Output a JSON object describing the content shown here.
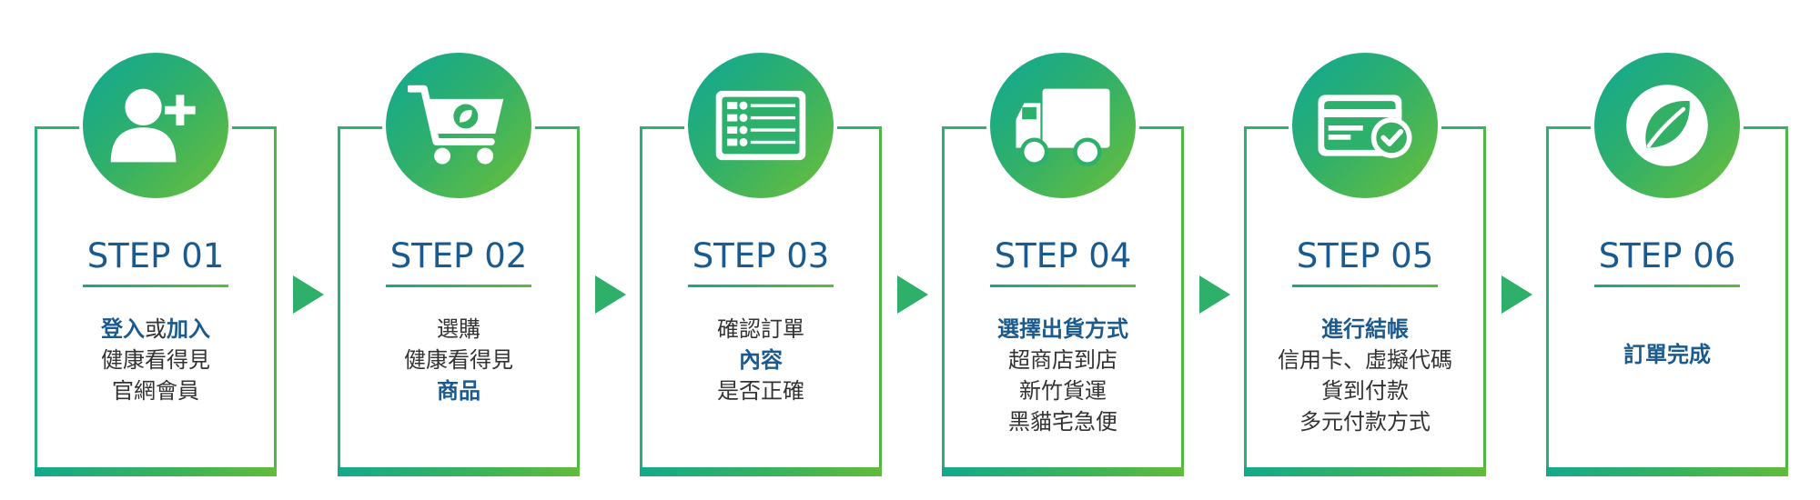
{
  "steps": [
    {
      "title": "STEP 01",
      "icon": "add-user-icon",
      "lines": [
        [
          {
            "t": "登入",
            "b": true
          },
          {
            "t": "或",
            "b": false
          },
          {
            "t": "加入",
            "b": true
          }
        ],
        [
          {
            "t": "健康看得見",
            "b": false
          }
        ],
        [
          {
            "t": "官網會員",
            "b": false
          }
        ]
      ]
    },
    {
      "title": "STEP 02",
      "icon": "shopping-cart-icon",
      "lines": [
        [
          {
            "t": "選購",
            "b": false
          }
        ],
        [
          {
            "t": "健康看得見",
            "b": false
          }
        ],
        [
          {
            "t": "商品",
            "b": true
          }
        ]
      ]
    },
    {
      "title": "STEP 03",
      "icon": "checklist-icon",
      "lines": [
        [
          {
            "t": "確認訂單",
            "b": false
          }
        ],
        [
          {
            "t": "內容",
            "b": true
          }
        ],
        [
          {
            "t": "是否正確",
            "b": false
          }
        ]
      ]
    },
    {
      "title": "STEP 04",
      "icon": "delivery-truck-icon",
      "lines": [
        [
          {
            "t": "選擇出貨方式",
            "b": true
          }
        ],
        [
          {
            "t": "超商店到店",
            "b": false
          }
        ],
        [
          {
            "t": "新竹貨運",
            "b": false
          }
        ],
        [
          {
            "t": "黑貓宅急便",
            "b": false
          }
        ]
      ]
    },
    {
      "title": "STEP 05",
      "icon": "payment-card-check-icon",
      "lines": [
        [
          {
            "t": "進行結帳",
            "b": true
          }
        ],
        [
          {
            "t": "信用卡、虛擬代碼",
            "b": false
          }
        ],
        [
          {
            "t": "貨到付款",
            "b": false
          }
        ],
        [
          {
            "t": "多元付款方式",
            "b": false
          }
        ]
      ]
    },
    {
      "title": "STEP 06",
      "icon": "leaf-logo-icon",
      "lines": [
        [
          {
            "t": "訂單完成",
            "b": true
          }
        ]
      ]
    }
  ],
  "colors": {
    "title": "#1a5a8e",
    "text": "#333333",
    "gradient_start": "#0fa896",
    "gradient_end": "#6cbf38",
    "arrow": "#2fb06a"
  }
}
